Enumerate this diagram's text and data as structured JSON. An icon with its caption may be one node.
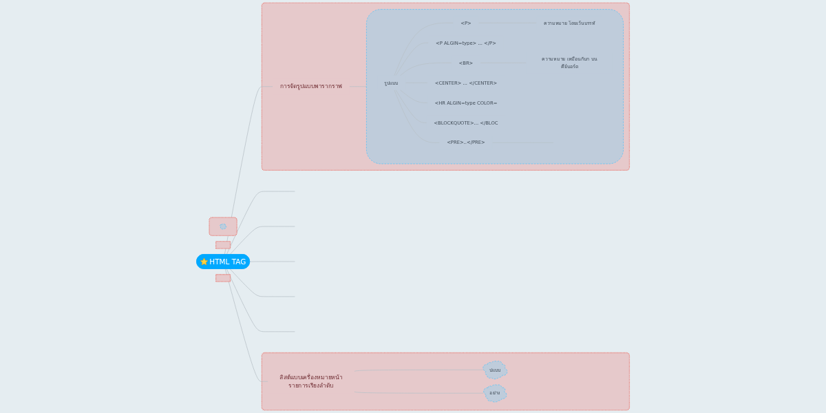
{
  "diagram": {
    "nodes": [
      {
        "text": [],
        "shape": "box"
      },
      {
        "text": [],
        "shape": "box"
      },
      {
        "text": [],
        "shape": "cloud",
        "in": 1
      },
      {
        "text": [],
        "shape": "box"
      },
      {
        "text": [
          "ปแบบ"
        ],
        "in": 3
      },
      {
        "text": [
          "ลิสต์แบบเครื่องหมายหน้ารายการเรียงลำดับ"
        ],
        "in": 3
      },
      {
        "text": [
          "อย่าง"
        ],
        "in": 3
      },
      {
        "text": [
          "HTML TAG"
        ]
      },
      {
        "text": [],
        "shape": "box"
      },
      {
        "text": [
          "การจัดรูปแบบพารากราฟ"
        ],
        "in": 8
      },
      {
        "text": [],
        "shape": "cloud",
        "in": 8
      },
      {
        "text": [
          "รูปแบบ"
        ],
        "in": 10
      },
      {
        "text": [
          "<P>"
        ],
        "in": 10
      },
      {
        "text": [
          "ความหมาย โดยเว้นบรรทั"
        ],
        "in": 10
      },
      {
        "text": [
          "<P ALGIN=type> ... </P>"
        ],
        "in": 10
      },
      {
        "text": [
          "<BR>"
        ],
        "in": 10
      },
      {
        "text": [
          "ความหมาย เหมือนกับก บนคีย์บอร์ด"
        ],
        "in": 10
      },
      {
        "text": [
          "<CENTER> ... </CENTER>"
        ],
        "in": 10
      },
      {
        "text": [
          "<HR ALGIN=type COLOR="
        ],
        "in": 10
      },
      {
        "text": [
          "<BLOCKQUOTE>... </BLOC"
        ],
        "in": 10
      },
      {
        "text": [
          "<PRE>..</PRE>"
        ],
        "in": 10
      },
      {
        "text": [],
        "shape": "box"
      }
    ],
    "edges": [
      {
        "from": 7,
        "to": null,
        "arrow": "none"
      },
      {
        "from": 7,
        "to": null,
        "arrow": "none"
      },
      {
        "from": 7,
        "to": null,
        "arrow": "none"
      },
      {
        "from": 7,
        "to": 5,
        "arrow": "none"
      },
      {
        "from": 5,
        "to": 4,
        "arrow": "none"
      },
      {
        "from": 5,
        "to": 6,
        "arrow": "none"
      },
      {
        "from": 7,
        "to": 9,
        "arrow": "none"
      },
      {
        "from": 9,
        "to": 10,
        "arrow": "none"
      },
      {
        "from": 11,
        "to": 12,
        "arrow": "none"
      },
      {
        "from": 12,
        "to": 13,
        "arrow": "none"
      },
      {
        "from": 11,
        "to": 14,
        "arrow": "none"
      },
      {
        "from": 11,
        "to": 15,
        "arrow": "none"
      },
      {
        "from": 15,
        "to": 16,
        "arrow": "none"
      },
      {
        "from": 11,
        "to": 17,
        "arrow": "none"
      },
      {
        "from": 11,
        "to": 18,
        "arrow": "none"
      },
      {
        "from": 11,
        "to": 19,
        "arrow": "none"
      },
      {
        "from": 11,
        "to": 20,
        "arrow": "none"
      },
      {
        "from": 20,
        "to": null,
        "arrow": "none"
      },
      {
        "from": 7,
        "to": null,
        "arrow": "none"
      },
      {
        "from": 7,
        "to": null,
        "arrow": "none"
      }
    ]
  }
}
